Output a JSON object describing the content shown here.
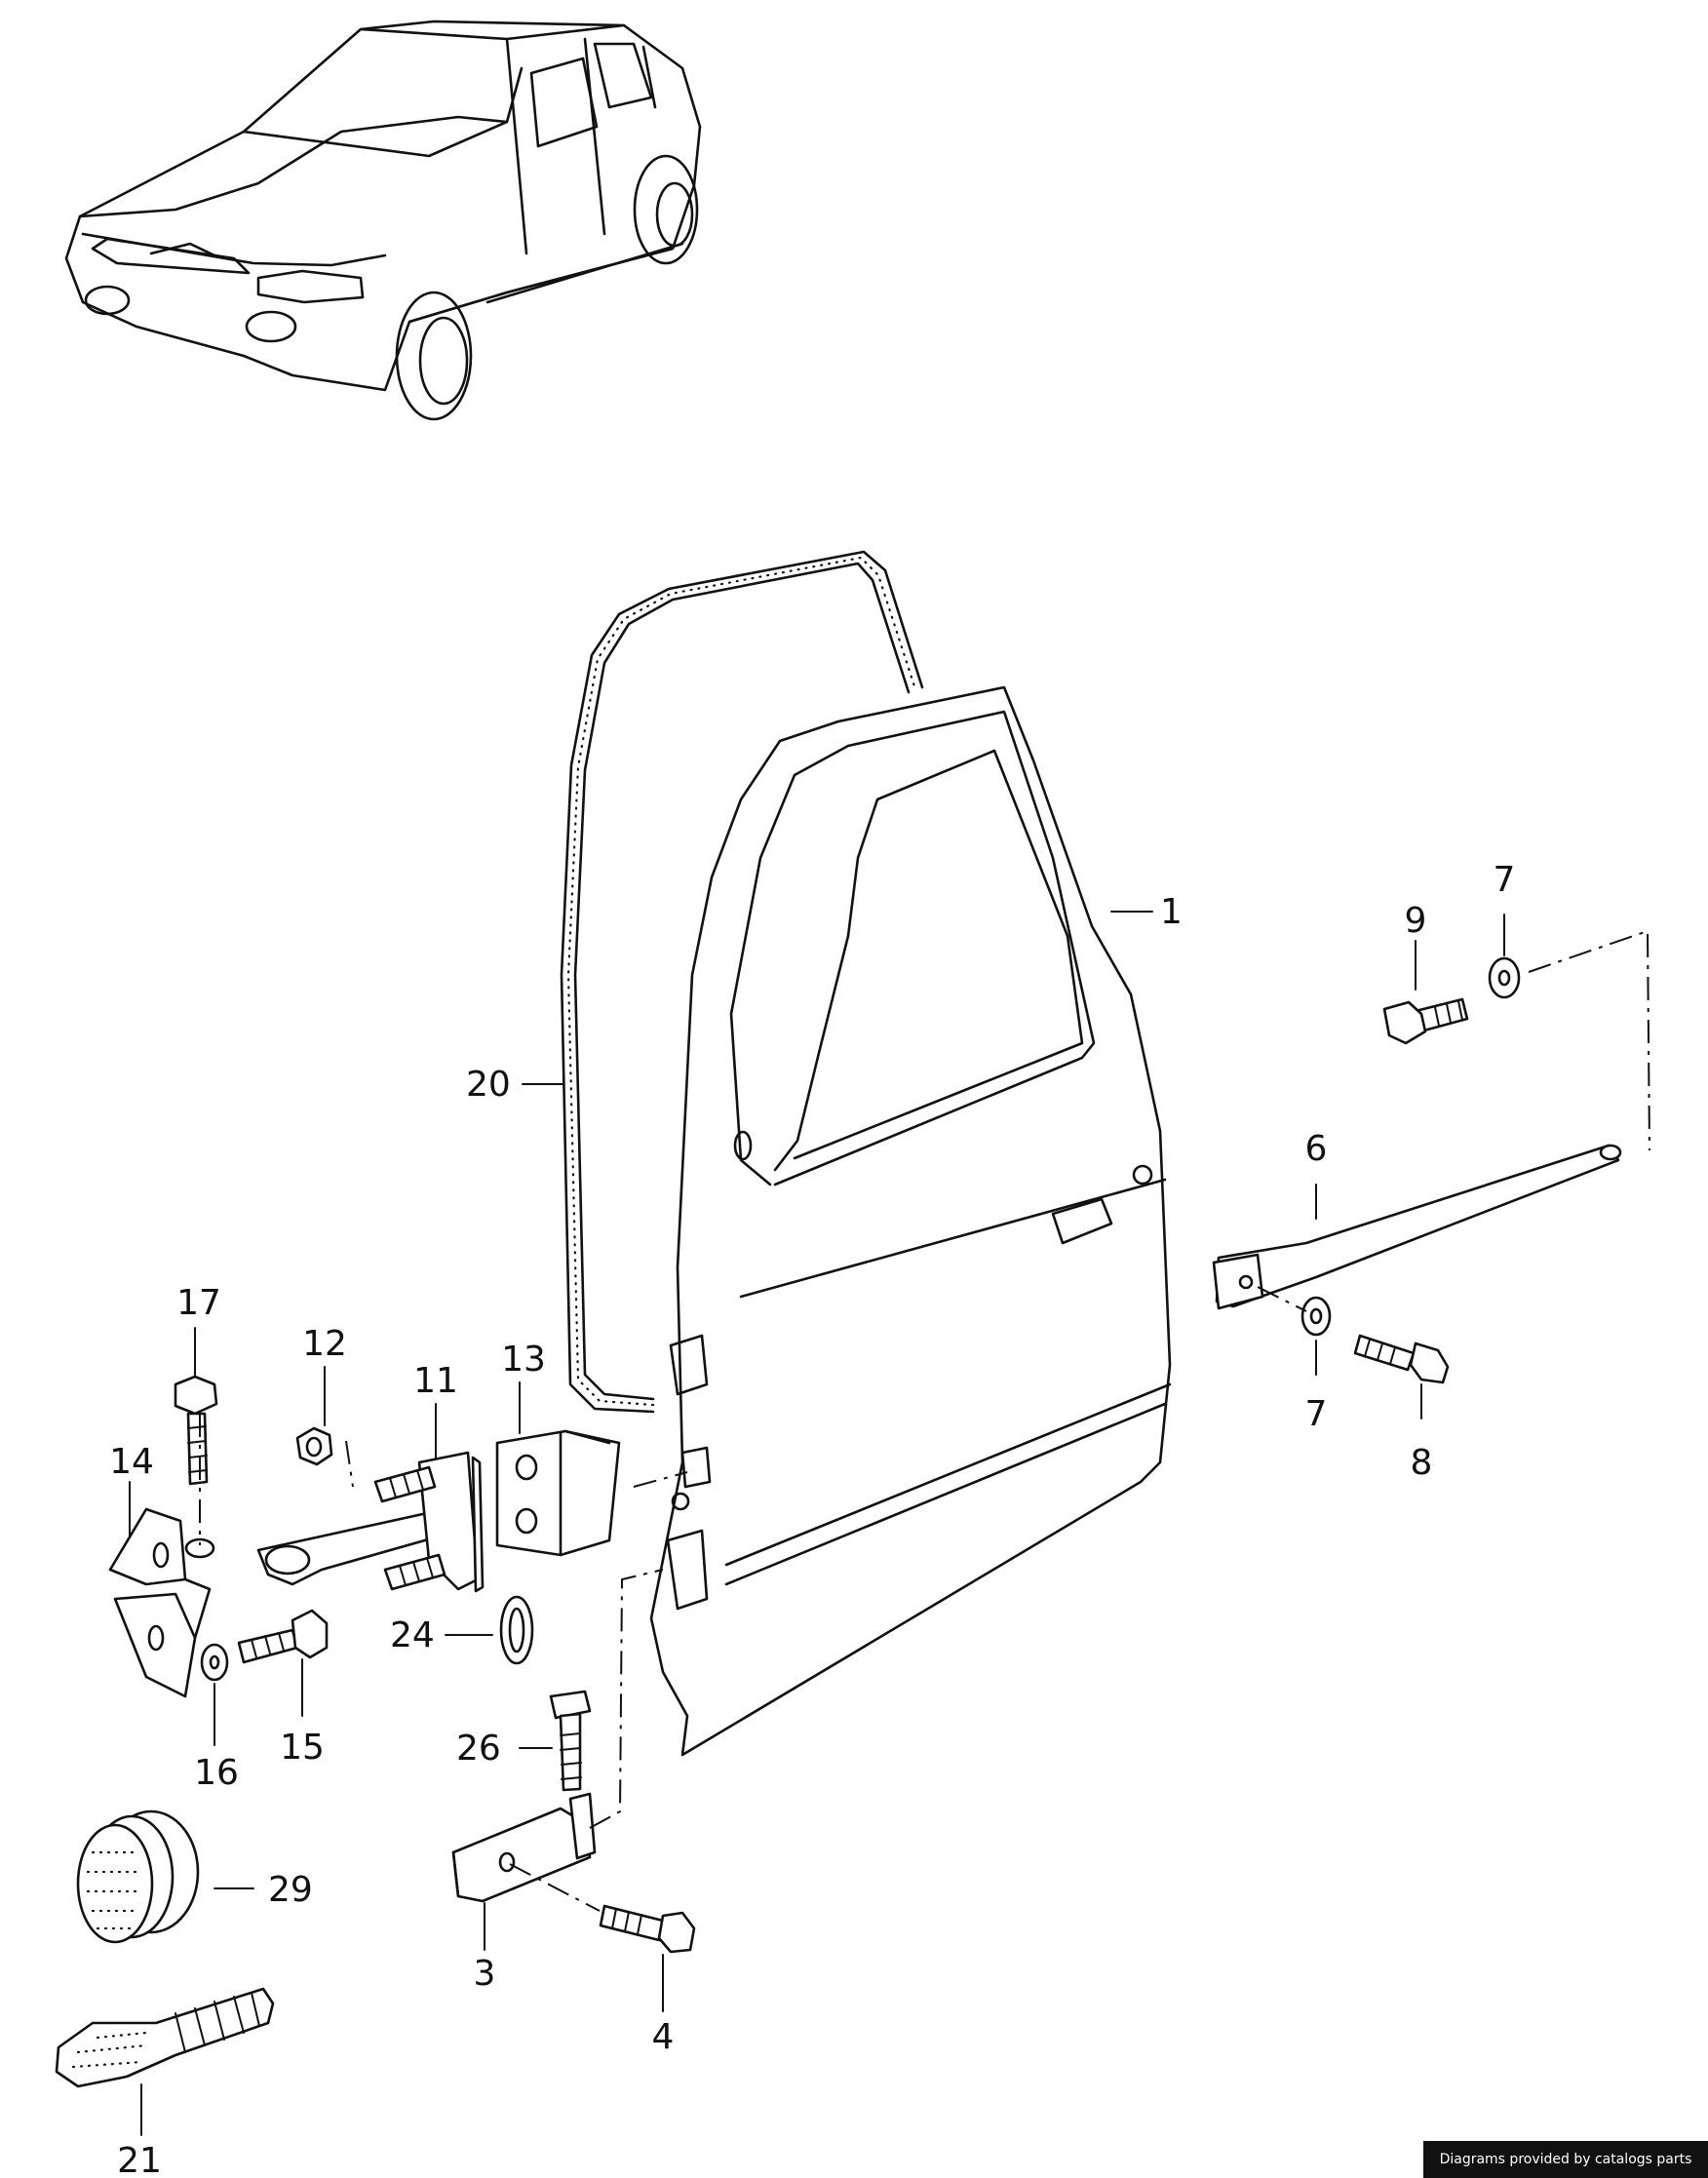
{
  "labels": {
    "p1": "1",
    "p3": "3",
    "p4": "4",
    "p6": "6",
    "p7a": "7",
    "p7b": "7",
    "p8": "8",
    "p9": "9",
    "p11": "11",
    "p12": "12",
    "p13": "13",
    "p14": "14",
    "p15": "15",
    "p16": "16",
    "p17": "17",
    "p20": "20",
    "p21": "21",
    "p24": "24",
    "p26": "26",
    "p29": "29"
  },
  "credit": "Diagrams provided by catalogs parts"
}
